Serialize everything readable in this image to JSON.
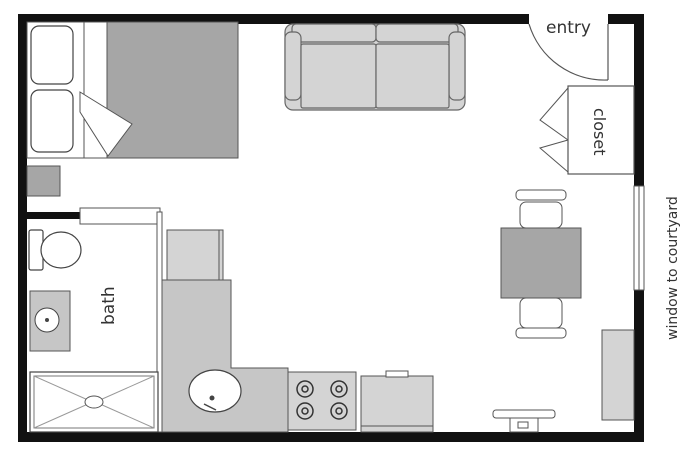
{
  "labels": {
    "entry": "entry",
    "closet": "closet",
    "bath": "bath",
    "window": "window to courtyard"
  },
  "colors": {
    "wall": "#111111",
    "floor": "#ffffff",
    "furniture_dark": "#a6a6a6",
    "furniture_light": "#d4d4d4",
    "counter": "#c6c6c6",
    "line": "#555555"
  }
}
